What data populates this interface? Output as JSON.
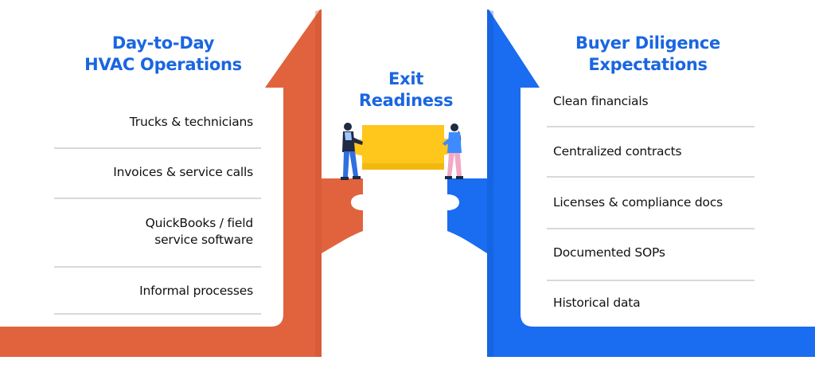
{
  "colors": {
    "left_arrow": "#e0633e",
    "right_arrow": "#1a6cf0",
    "title": "#1a66e0",
    "divider": "#d9d9d9",
    "puzzle_piece": "#ffc61c"
  },
  "left": {
    "title_lines": [
      "Day-to-Day",
      "HVAC Operations"
    ],
    "items": [
      {
        "lines": [
          "Trucks & technicians"
        ]
      },
      {
        "lines": [
          "Invoices & service calls"
        ]
      },
      {
        "lines": [
          "QuickBooks / field",
          "service software"
        ]
      },
      {
        "lines": [
          "Informal processes"
        ]
      }
    ]
  },
  "center": {
    "title_lines": [
      "Exit",
      "Readiness"
    ]
  },
  "right": {
    "title_lines": [
      "Buyer Diligence",
      "Expectations"
    ],
    "items": [
      {
        "lines": [
          "Clean financials"
        ]
      },
      {
        "lines": [
          "Centralized contracts"
        ]
      },
      {
        "lines": [
          "Licenses & compliance docs"
        ]
      },
      {
        "lines": [
          "Documented SOPs"
        ]
      },
      {
        "lines": [
          "Historical data"
        ]
      }
    ]
  },
  "illustration": {
    "icons": [
      "worker-left-icon",
      "worker-right-icon",
      "puzzle-piece-icon"
    ]
  }
}
